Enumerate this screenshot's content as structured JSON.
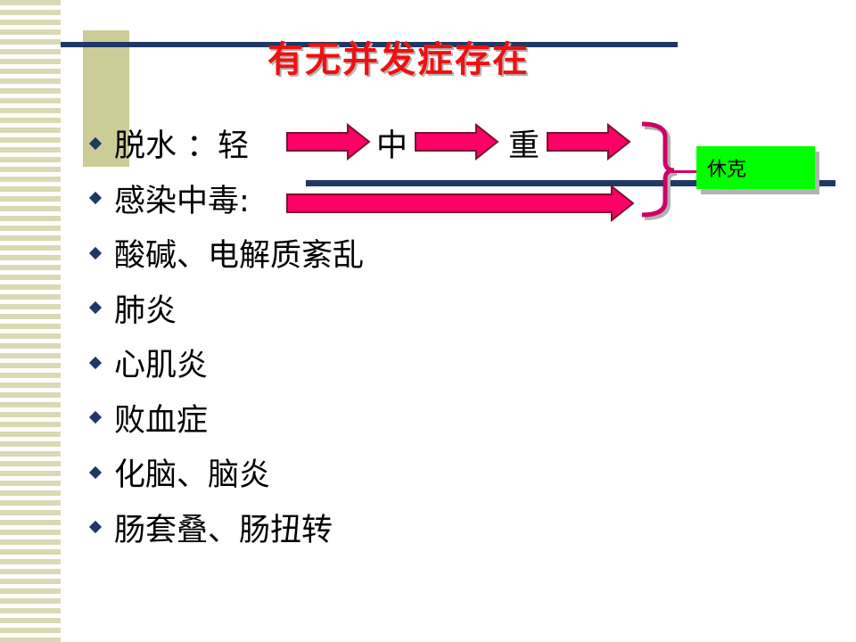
{
  "title": "有无并发症存在",
  "dehydration": {
    "label": "脱水 ：轻",
    "mid": "中",
    "severe": "重"
  },
  "bullets": [
    "感染中毒:",
    "酸碱、电解质紊乱",
    "肺炎",
    "心肌炎",
    "败血症",
    "化脑、脑炎",
    "肠套叠、肠扭转"
  ],
  "outcome_box": "休克",
  "colors": {
    "title": "#ee1111",
    "arrow_fill": "#ff0066",
    "bracket": "#cc0066",
    "bullet": "#1f3864",
    "box": "#00ff00"
  },
  "icons": [
    "bullet-diamond-icon",
    "right-arrow-icon",
    "brace-icon"
  ]
}
